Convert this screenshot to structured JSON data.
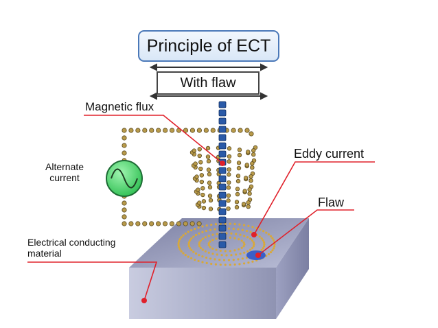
{
  "title": "Principle of ECT",
  "subtitle": "With flaw",
  "labels": {
    "magnetic_flux": "Magnetic flux",
    "alternate_current_line1": "Alternate",
    "alternate_current_line2": "current",
    "eddy_current": "Eddy current",
    "flaw": "Flaw",
    "material_line1": "Electrical conducting",
    "material_line2": "material"
  },
  "colors": {
    "title_border": "#4a78b8",
    "leader_lines": "#e0202a",
    "coil_dots": "#b89a4a",
    "flux_squares": "#2a5aa8",
    "ac_source": "#4fd66a",
    "block": "#a9aecb",
    "eddy_rings": "#d8a83a"
  },
  "icons": {
    "ac_source": "sine-wave-icon"
  }
}
